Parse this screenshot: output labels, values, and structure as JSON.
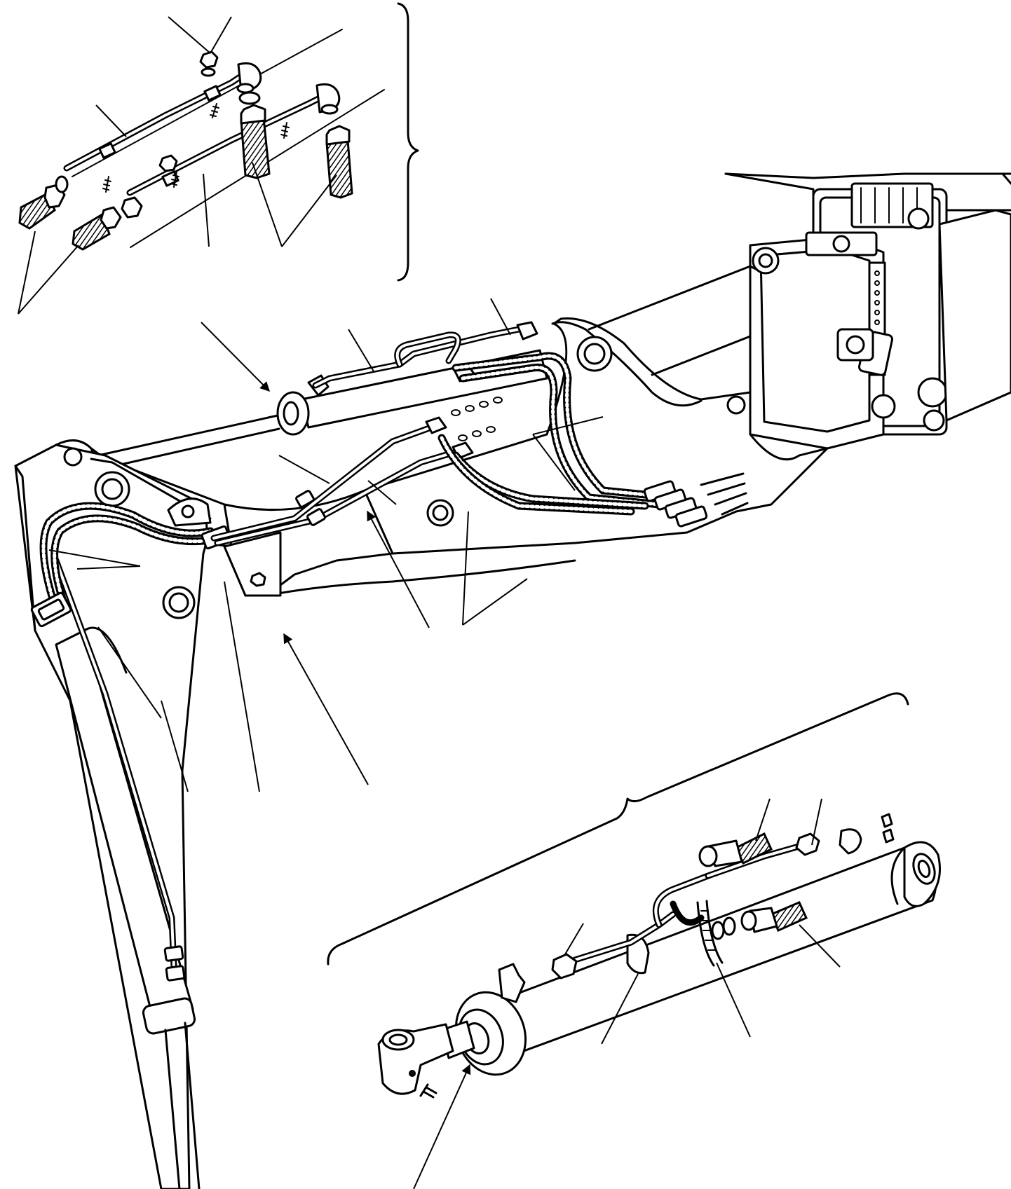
{
  "diagram": {
    "background": "#ffffff",
    "ink": "#000000",
    "callout_leaders": 22,
    "groups": [
      "pipe-detail-inset",
      "boom-assembly",
      "lift-cylinder-assembly"
    ]
  }
}
